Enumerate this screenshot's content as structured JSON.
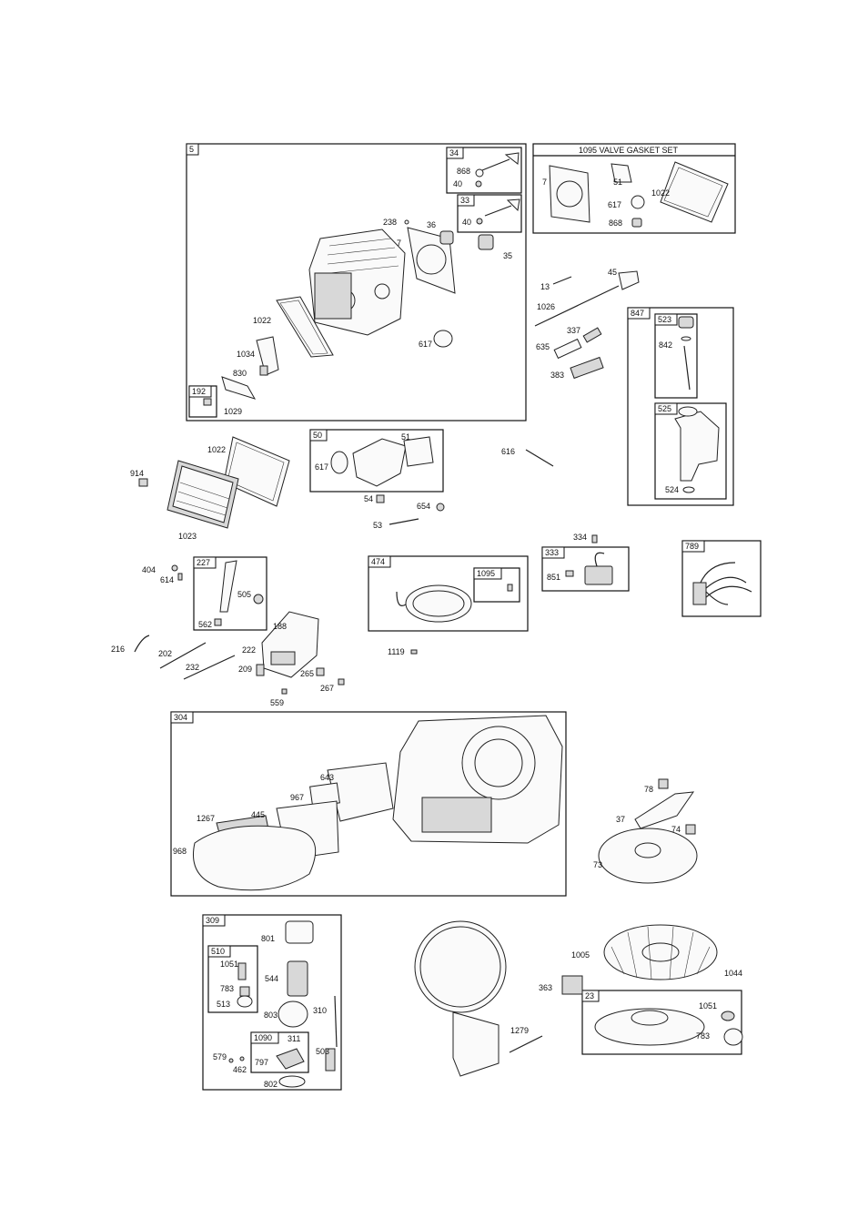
{
  "groups": [
    {
      "id": "g5",
      "label": "5"
    },
    {
      "id": "g34",
      "label": "34"
    },
    {
      "id": "g33",
      "label": "33"
    },
    {
      "id": "g1095set",
      "label": "1095 VALVE GASKET SET"
    },
    {
      "id": "g192",
      "label": "192"
    },
    {
      "id": "g847",
      "label": "847"
    },
    {
      "id": "g523",
      "label": "523"
    },
    {
      "id": "g525",
      "label": "525"
    },
    {
      "id": "g50",
      "label": "50"
    },
    {
      "id": "g227",
      "label": "227"
    },
    {
      "id": "g474",
      "label": "474"
    },
    {
      "id": "g1095",
      "label": "1095"
    },
    {
      "id": "g333",
      "label": "333"
    },
    {
      "id": "g789",
      "label": "789"
    },
    {
      "id": "g304",
      "label": "304"
    },
    {
      "id": "g309",
      "label": "309"
    },
    {
      "id": "g510",
      "label": "510"
    },
    {
      "id": "g1090",
      "label": "1090"
    },
    {
      "id": "g23",
      "label": "23"
    }
  ],
  "parts": [
    "868",
    "40",
    "40",
    "238",
    "36",
    "7",
    "35",
    "1022",
    "617",
    "1034",
    "830",
    "1029",
    "7",
    "51",
    "617",
    "1022",
    "868",
    "13",
    "45",
    "1026",
    "337",
    "635",
    "383",
    "842",
    "524",
    "1022",
    "914",
    "1023",
    "617",
    "51",
    "54",
    "654",
    "53",
    "616",
    "404",
    "614",
    "505",
    "562",
    "188",
    "216",
    "202",
    "222",
    "232",
    "209",
    "265",
    "267",
    "559",
    "1119",
    "334",
    "851",
    "643",
    "967",
    "1267",
    "445",
    "968",
    "78",
    "37",
    "74",
    "73",
    "801",
    "1051",
    "544",
    "783",
    "513",
    "803",
    "310",
    "311",
    "579",
    "797",
    "503",
    "462",
    "802",
    "1005",
    "1044",
    "363",
    "1051",
    "783",
    "1279"
  ]
}
